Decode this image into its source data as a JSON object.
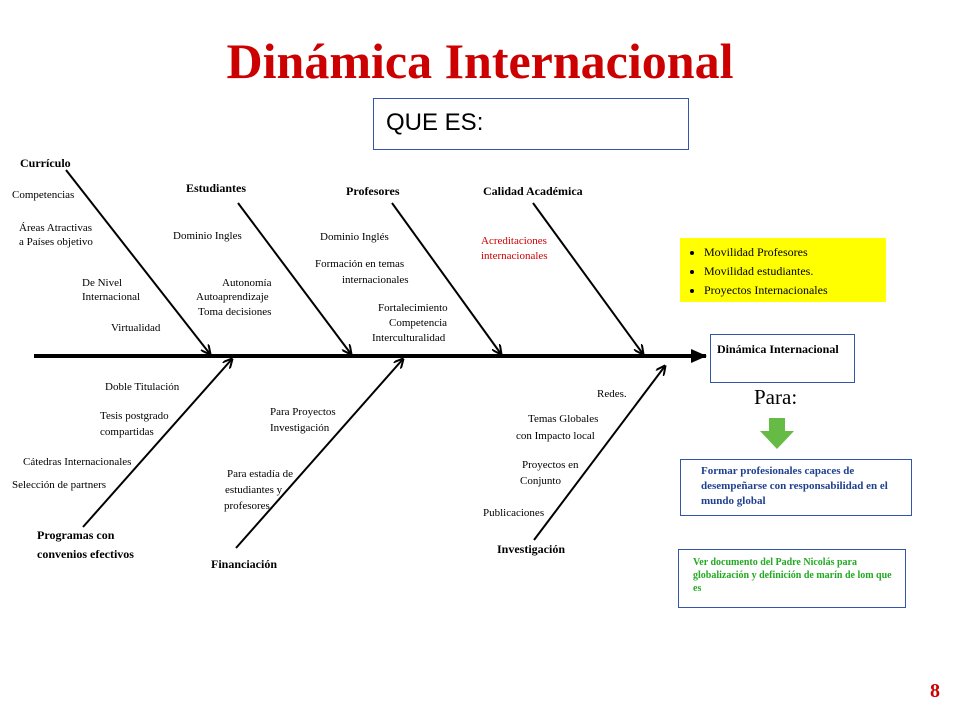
{
  "title": "Dinámica Internacional",
  "que_es": "QUE ES:",
  "categories_top": {
    "curriculo": "Currículo",
    "estudiantes": "Estudiantes",
    "profesores": "Profesores",
    "calidad": "Calidad Académica"
  },
  "categories_bottom": {
    "programas_l1": "Programas con",
    "programas_l2": "convenios efectivos",
    "financiacion": "Financiación",
    "investigacion": "Investigación"
  },
  "curriculo_items": {
    "competencias": "Competencias",
    "areas_l1": "Áreas Atractivas",
    "areas_l2": "a Países objetivo",
    "nivel_l1": "De Nivel",
    "nivel_l2": "Internacional",
    "virtualidad": "Virtualidad"
  },
  "estudiantes_items": {
    "dominio": "Dominio Ingles",
    "autonomia": "Autonomía",
    "autoaprendizaje": "Autoaprendizaje",
    "toma": "Toma decisiones"
  },
  "profesores_items": {
    "dominio": "Dominio Inglés",
    "formacion_l1": "Formación en temas",
    "formacion_l2": "internacionales",
    "fortalecimiento": "Fortalecimiento",
    "competencia": "Competencia",
    "interculturalidad": "Interculturalidad"
  },
  "calidad_items": {
    "acreditaciones_l1": "Acreditaciones",
    "acreditaciones_l2": "internacionales"
  },
  "programas_items": {
    "doble": "Doble Titulación",
    "tesis_l1": "Tesis postgrado",
    "tesis_l2": "compartidas",
    "catedras": "Cátedras Internacionales",
    "seleccion": "Selección de partners"
  },
  "financiacion_items": {
    "proyectos_l1": "Para Proyectos",
    "proyectos_l2": "Investigación",
    "estadia_l1": "Para estadía de",
    "estadia_l2": "estudiantes y",
    "estadia_l3": "profesores"
  },
  "investigacion_items": {
    "redes": "Redes.",
    "temas_l1": "Temas Globales",
    "temas_l2": "con Impacto local",
    "proyectos_l1": "Proyectos en",
    "proyectos_l2": "Conjunto",
    "publicaciones": "Publicaciones"
  },
  "movilidad": [
    "Movilidad Profesores",
    "Movilidad estudiantes.",
    "Proyectos Internacionales"
  ],
  "effect": "Dinámica Internacional",
  "para": "Para:",
  "formar": "Formar profesionales capaces de desempeñarse con responsabilidad en el mundo global",
  "ver": "Ver documento del Padre Nicolás para globalización y definición de marín de lom que es",
  "page_number": "8",
  "colors": {
    "title": "#cc0000",
    "highlight": "#ffff00",
    "arrow_green": "#66bb44",
    "box_border": "#3355aa",
    "formar_text": "#1f3f8f",
    "ver_text": "#22aa22"
  }
}
